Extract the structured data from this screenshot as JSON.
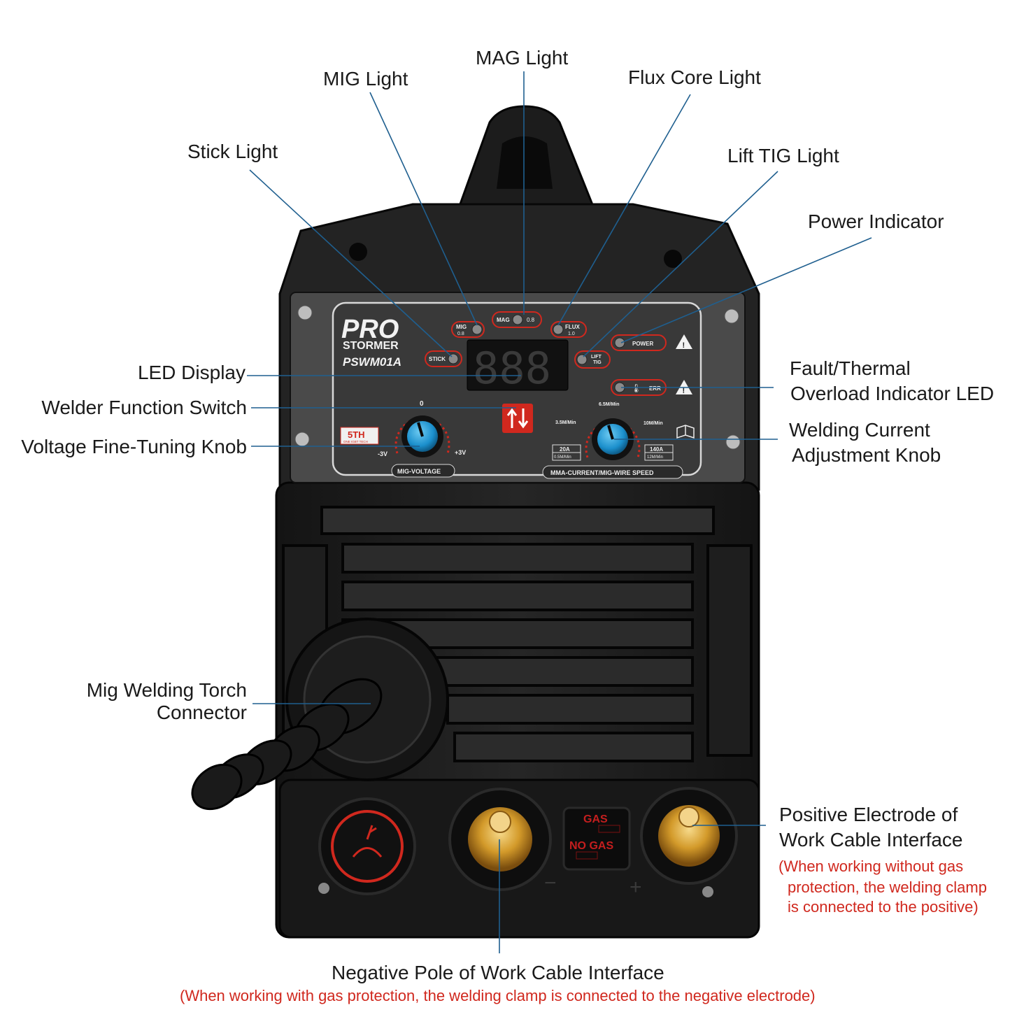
{
  "labels": {
    "mag_light": "MAG Light",
    "mig_light": "MIG Light",
    "flux_core_light": "Flux Core Light",
    "stick_light": "Stick Light",
    "lift_tig_light": "Lift TIG Light",
    "power_indicator": "Power Indicator",
    "led_display": "LED Display",
    "fault_line1": "Fault/Thermal",
    "fault_line2": "Overload Indicator LED",
    "welder_function_switch": "Welder Function Switch",
    "voltage_knob": "Voltage Fine-Tuning Knob",
    "current_knob_line1": "Welding Current",
    "current_knob_line2": "Adjustment Knob",
    "torch_line1": "Mig Welding Torch",
    "torch_line2": "Connector",
    "positive_line1": "Positive Electrode of",
    "positive_line2": "Work Cable Interface",
    "positive_note_line1": "(When working without gas",
    "positive_note_line2": "protection, the welding clamp",
    "positive_note_line3": "is connected to the positive)",
    "negative_title": "Negative Pole of Work Cable Interface",
    "negative_note": "(When working with gas protection, the welding clamp is connected to the negative electrode)"
  },
  "panel": {
    "brand_top": "PRO",
    "brand_bottom": "STORMER",
    "model": "PSWM01A",
    "badge": "5TH",
    "badge_sub": "ONE IGBT TECH",
    "mig": "MIG",
    "mig_val": "0.8",
    "mag": "MAG",
    "mag_val": "0.8",
    "flux": "FLUX",
    "flux_val": "1.0",
    "stick": "STICK",
    "lift": "LIFT",
    "tig": "TIG",
    "power": "POWER",
    "err": "ERR",
    "display": "888",
    "v_zero": "0",
    "v_minus": "-3V",
    "v_plus": "+3V",
    "mig_voltage": "MIG-VOLTAGE",
    "speed_top": "6.5M/Min",
    "speed_left": "3.5M/Min",
    "speed_right": "10M/Min",
    "min_amp": "20A",
    "min_speed": "0.5M/Min",
    "max_amp": "140A",
    "max_speed": "12M/Min",
    "current_label": "MMA-CURRENT/MIG-WIRE SPEED",
    "gas": "GAS",
    "no_gas": "NO GAS",
    "minus": "−",
    "plus": "+"
  },
  "colors": {
    "accent_red": "#d0281e",
    "knob_blue": "#27a6e0",
    "leader_line": "#1f5f8f"
  }
}
